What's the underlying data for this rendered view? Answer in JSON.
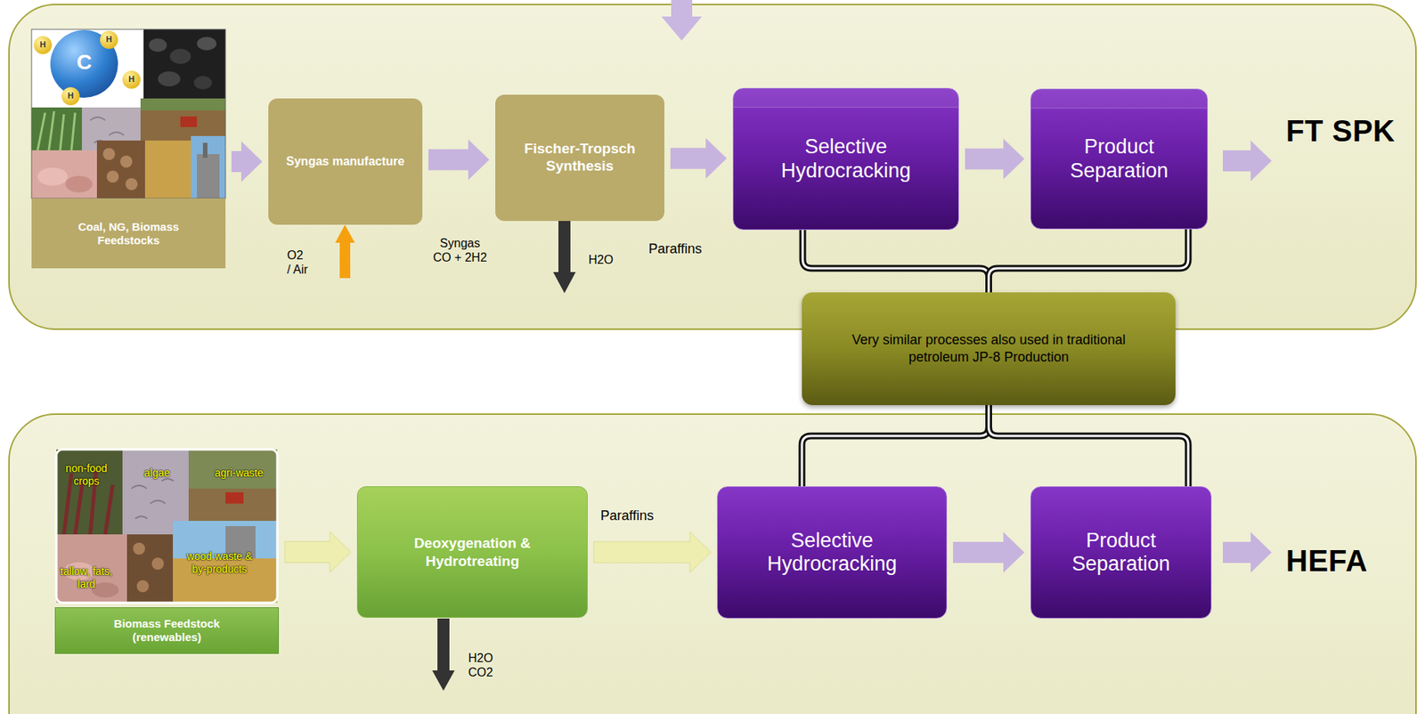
{
  "diagram": {
    "nodes": [
      {
        "text": [
          "Coal, NG, Biomass Feedstocks"
        ]
      },
      {
        "text": [
          "Syngas manufacture"
        ]
      },
      {
        "text": [
          "Fischer-Tropsch Synthesis"
        ]
      },
      {
        "text": [
          "Selective Hydrocracking"
        ]
      },
      {
        "text": [
          "Product Separation"
        ]
      },
      {
        "text": [
          "Very similar processes also used in traditional petroleum JP-8 Production"
        ]
      },
      {
        "text": [
          "Biomass Feedstock (renewables)"
        ]
      },
      {
        "text": [
          "Deoxygenation & Hydrotreating"
        ]
      },
      {
        "text": [
          "Selective Hydrocracking"
        ]
      },
      {
        "text": [
          "Product Separation"
        ]
      }
    ],
    "edges": [
      {
        "from": 0,
        "to": 1,
        "arrow": "to"
      },
      {
        "from": 1,
        "to": 2,
        "arrow": "to"
      },
      {
        "from": 2,
        "to": 3,
        "arrow": "to"
      },
      {
        "from": 3,
        "to": 4,
        "arrow": "to"
      },
      {
        "from": 3,
        "to": 5,
        "arrow": "none"
      },
      {
        "from": 4,
        "to": 5,
        "arrow": "none"
      },
      {
        "from": 5,
        "to": 8,
        "arrow": "none"
      },
      {
        "from": 5,
        "to": 9,
        "arrow": "none"
      },
      {
        "from": 6,
        "to": 7,
        "arrow": "to"
      },
      {
        "from": 7,
        "to": 8,
        "arrow": "to"
      },
      {
        "from": 8,
        "to": 9,
        "arrow": "to"
      }
    ],
    "labels": [
      "C",
      "H",
      "H",
      "H",
      "H",
      "O2 / Air",
      "Syngas CO + 2H2",
      "H2O",
      "Paraffins",
      "FT SPK",
      "non-food crops",
      "algae",
      "agri-waste",
      "tallow, fats, lard",
      "wood waste & by-products",
      "Paraffins",
      "H2O CO2",
      "HEFA"
    ]
  }
}
